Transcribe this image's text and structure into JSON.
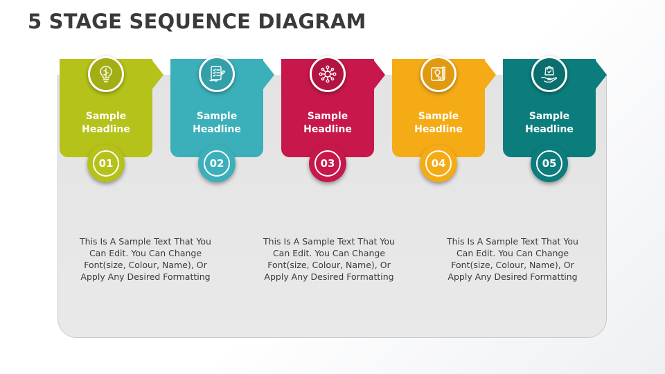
{
  "slide": {
    "title": "5 STAGE SEQUENCE DIAGRAM"
  },
  "stages": [
    {
      "number": "01",
      "headline_line1": "Sample",
      "headline_line2": "Headline",
      "icon": "brain-bulb-icon",
      "color": "#b5c21a",
      "dark": "#8d9712"
    },
    {
      "number": "02",
      "headline_line1": "Sample",
      "headline_line2": "Headline",
      "icon": "checklist-icon",
      "color": "#3bb0ba",
      "dark": "#2a8890"
    },
    {
      "number": "03",
      "headline_line1": "Sample",
      "headline_line2": "Headline",
      "icon": "network-hub-icon",
      "color": "#c8174a",
      "dark": "#9c1038"
    },
    {
      "number": "04",
      "headline_line1": "Sample",
      "headline_line2": "Headline",
      "icon": "idea-board-icon",
      "color": "#f5ab16",
      "dark": "#c98810"
    },
    {
      "number": "05",
      "headline_line1": "Sample",
      "headline_line2": "Headline",
      "icon": "shopping-hand-icon",
      "color": "#0b7d7c",
      "dark": "#075e5d"
    }
  ],
  "descriptions": [
    {
      "line1": "This Is A Sample Text That You",
      "line2": "Can Edit. You Can Change",
      "line3": "Font(size, Colour, Name), Or",
      "line4": "Apply Any Desired Formatting"
    },
    {
      "line1": "This Is A Sample Text That You",
      "line2": "Can Edit. You Can Change",
      "line3": "Font(size, Colour, Name), Or",
      "line4": "Apply Any Desired Formatting"
    },
    {
      "line1": "This Is A Sample Text That You",
      "line2": "Can Edit. You Can Change",
      "line3": "Font(size, Colour, Name), Or",
      "line4": "Apply Any Desired Formatting"
    }
  ]
}
